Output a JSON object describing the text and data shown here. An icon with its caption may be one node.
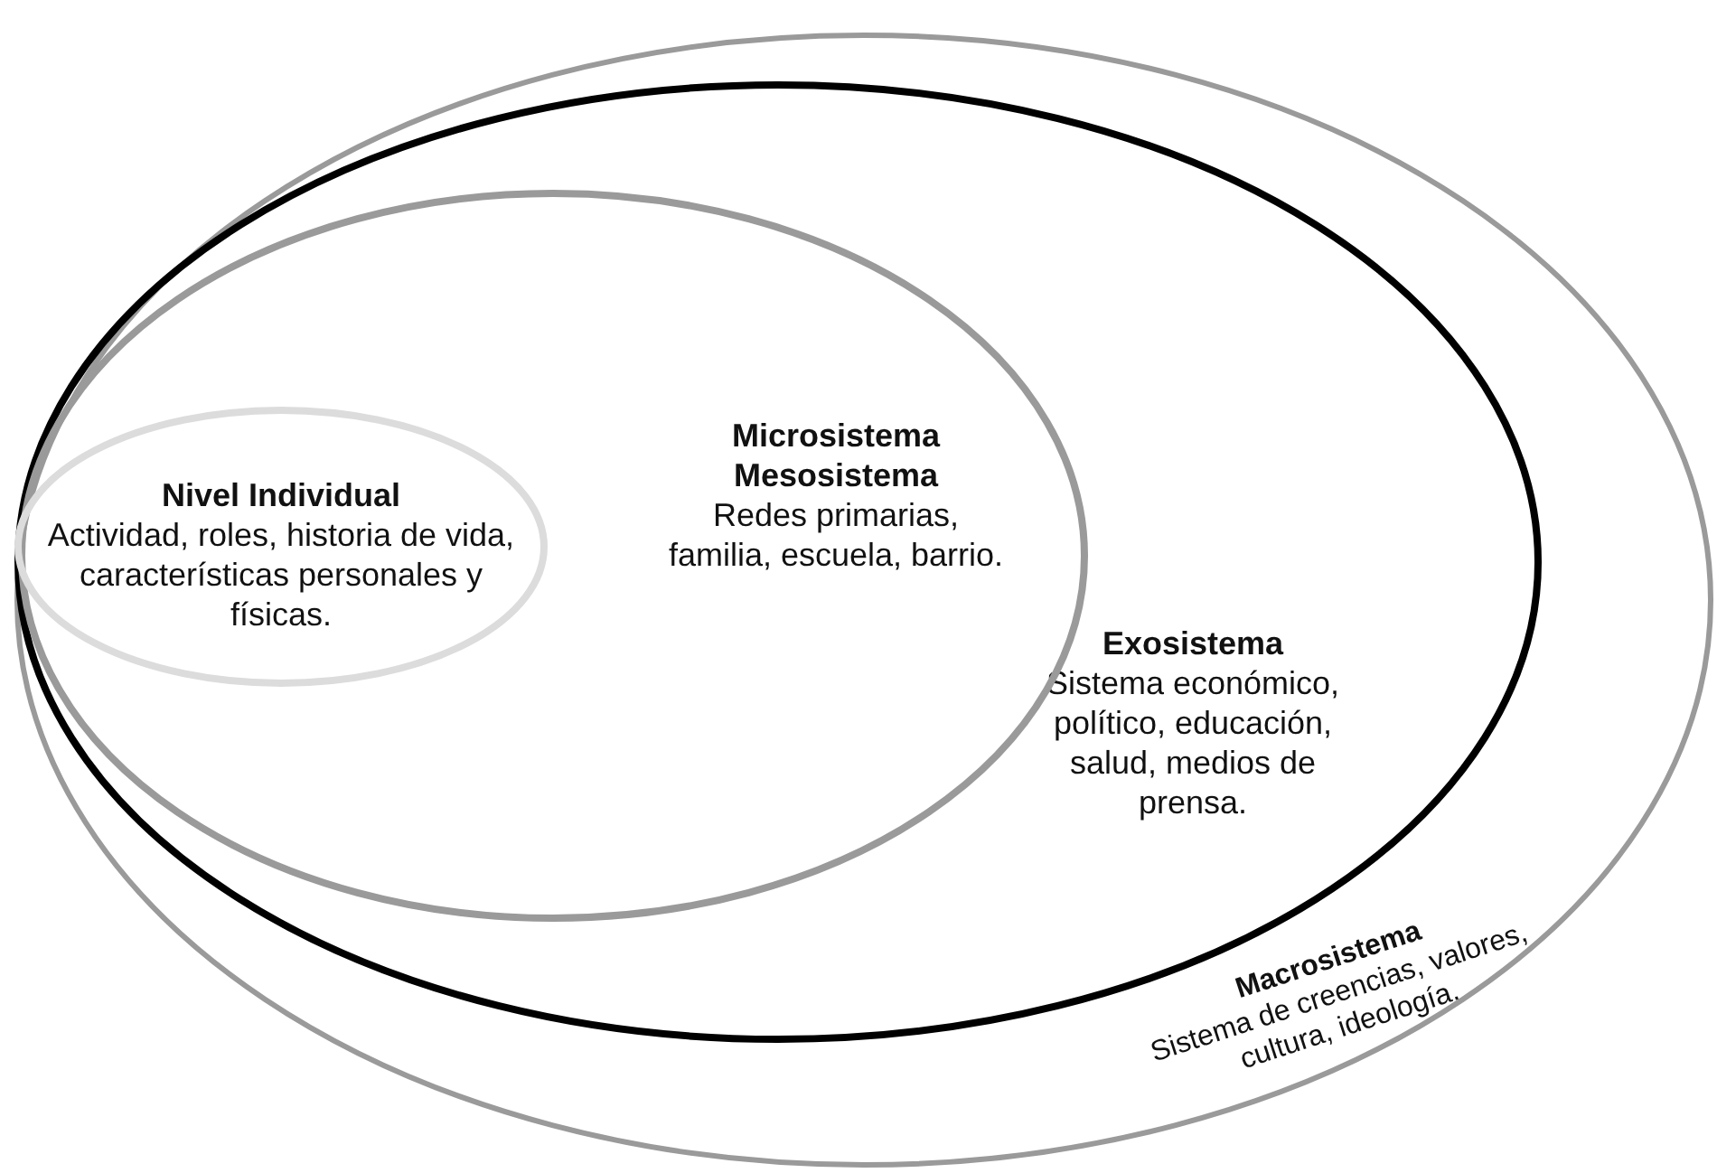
{
  "diagram": {
    "nodes": [
      {
        "text": [
          "Macrosistema",
          "Sistema de creencias, valores, cultura, ideología."
        ]
      },
      {
        "text": [
          "Exosistema",
          "Sistema económico, político, educación, salud, medios de prensa."
        ],
        "in": 0
      },
      {
        "text": [
          "Microsistema",
          "Mesosistema",
          "Redes primarias, familia, escuela, barrio."
        ],
        "in": 1
      },
      {
        "text": [
          "Nivel Individual",
          "Actividad, roles, historia de vida, características personales y físicas."
        ],
        "in": 2
      }
    ]
  }
}
